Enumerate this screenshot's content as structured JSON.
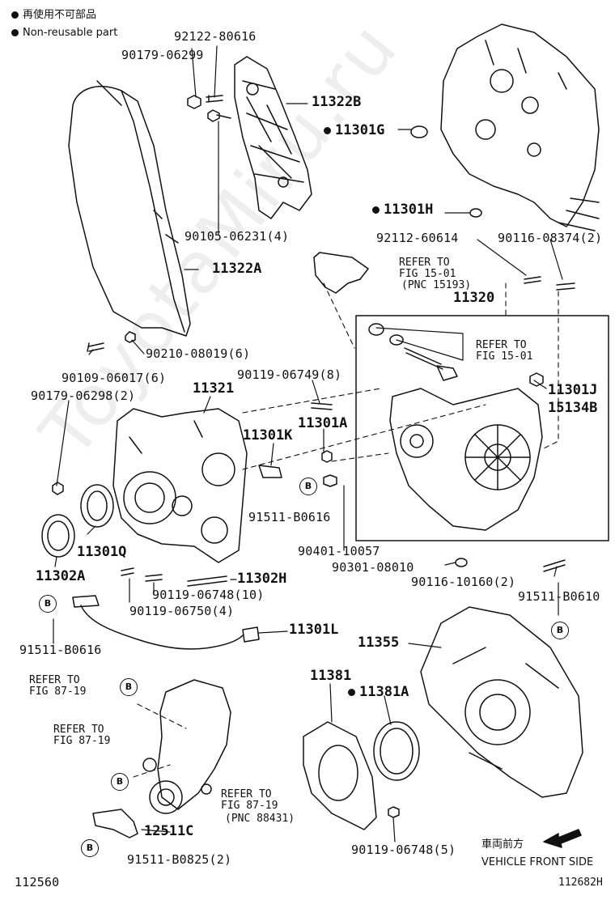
{
  "legend": {
    "jp": "再使用不可部品",
    "en": "Non-reusable part"
  },
  "watermark": "ToyotaMiru.ru",
  "parts": {
    "p92122_80616": "92122-80616",
    "p90179_06299": "90179-06299",
    "p11322B": "11322B",
    "p11301G": "11301G",
    "p90105_06231": "90105-06231(4)",
    "p11301H": "11301H",
    "p11322A": "11322A",
    "p92112_60614": "92112-60614",
    "p90116_08374": "90116-08374(2)",
    "refer1_a": "REFER TO",
    "refer1_b": "FIG 15-01",
    "refer1_c": "(PNC 15193)",
    "p11320": "11320",
    "refer2_a": "REFER TO",
    "refer2_b": "FIG 15-01",
    "p90210_08019": "90210-08019(6)",
    "p90109_06017": "90109-06017(6)",
    "p90179_06298": "90179-06298(2)",
    "p11321": "11321",
    "p90119_06749": "90119-06749(8)",
    "p11301J": "11301J",
    "p15134B": "15134B",
    "p11301A": "11301A",
    "p11301K": "11301K",
    "p91511_B0616a": "91511-B0616",
    "p11301Q": "11301Q",
    "p11302A": "11302A",
    "p90401_10057": "90401-10057",
    "p90301_08010": "90301-08010",
    "p11302H": "11302H",
    "p90119_06748a": "90119-06748(10)",
    "p90116_10160": "90116-10160(2)",
    "p90119_06750": "90119-06750(4)",
    "p91511_B0610": "91511-B0610",
    "p11301L": "11301L",
    "p91511_B0616b": "91511-B0616",
    "p11355": "11355",
    "p11381": "11381",
    "p11381A": "11381A",
    "refer3_a": "REFER TO",
    "refer3_b": "FIG 87-19",
    "refer4_a": "REFER TO",
    "refer4_b": "FIG 87-19",
    "refer5_a": "REFER TO",
    "refer5_b": "FIG 87-19",
    "refer5_c": "(PNC 88431)",
    "p12511C": "12511C",
    "p91511_B0825": "91511-B0825(2)",
    "p90119_06748b": "90119-06748(5)",
    "front_jp": "車両前方",
    "front_en": "VEHICLE FRONT SIDE",
    "code_left": "112560",
    "code_right": "112682H",
    "circle_b": "B"
  },
  "colors": {
    "ink": "#111111",
    "paper": "#ffffff"
  }
}
